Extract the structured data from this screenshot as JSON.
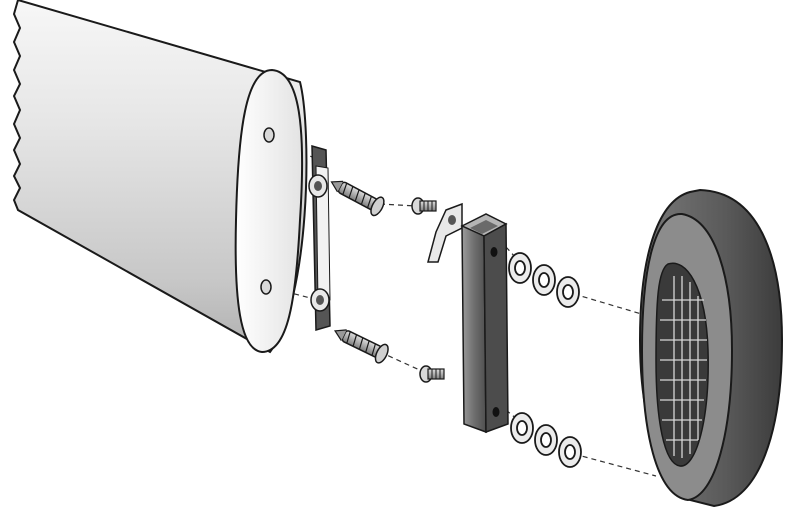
{
  "diagram": {
    "kind": "exploded-assembly",
    "style": "grayscale line illustration",
    "components": [
      {
        "id": "stock",
        "icon": "gun-stock-icon",
        "count": 1,
        "holes": 2
      },
      {
        "id": "mounting-plate",
        "icon": "mounting-plate-icon",
        "count": 1
      },
      {
        "id": "wood-screw",
        "icon": "wood-screw-icon",
        "count": 2
      },
      {
        "id": "bolt",
        "icon": "bolt-icon",
        "count": 2
      },
      {
        "id": "tab-washer",
        "icon": "tab-washer-icon",
        "count": 1
      },
      {
        "id": "spacer-bar",
        "icon": "spacer-bar-icon",
        "count": 1
      },
      {
        "id": "spacer-washer",
        "icon": "washer-icon",
        "count": 6
      },
      {
        "id": "recoil-pad",
        "icon": "recoil-pad-icon",
        "count": 1
      }
    ],
    "colors": {
      "background": "#ffffff",
      "outline": "#1a1a1a",
      "stock_light": "#f2f2f2",
      "stock_shadow": "#bdbdbd",
      "metal_dark": "#5a5a5a",
      "metal_mid": "#8a8a8a",
      "pad_dark": "#4a4a4a",
      "pad_mid": "#6f6f6f"
    }
  }
}
